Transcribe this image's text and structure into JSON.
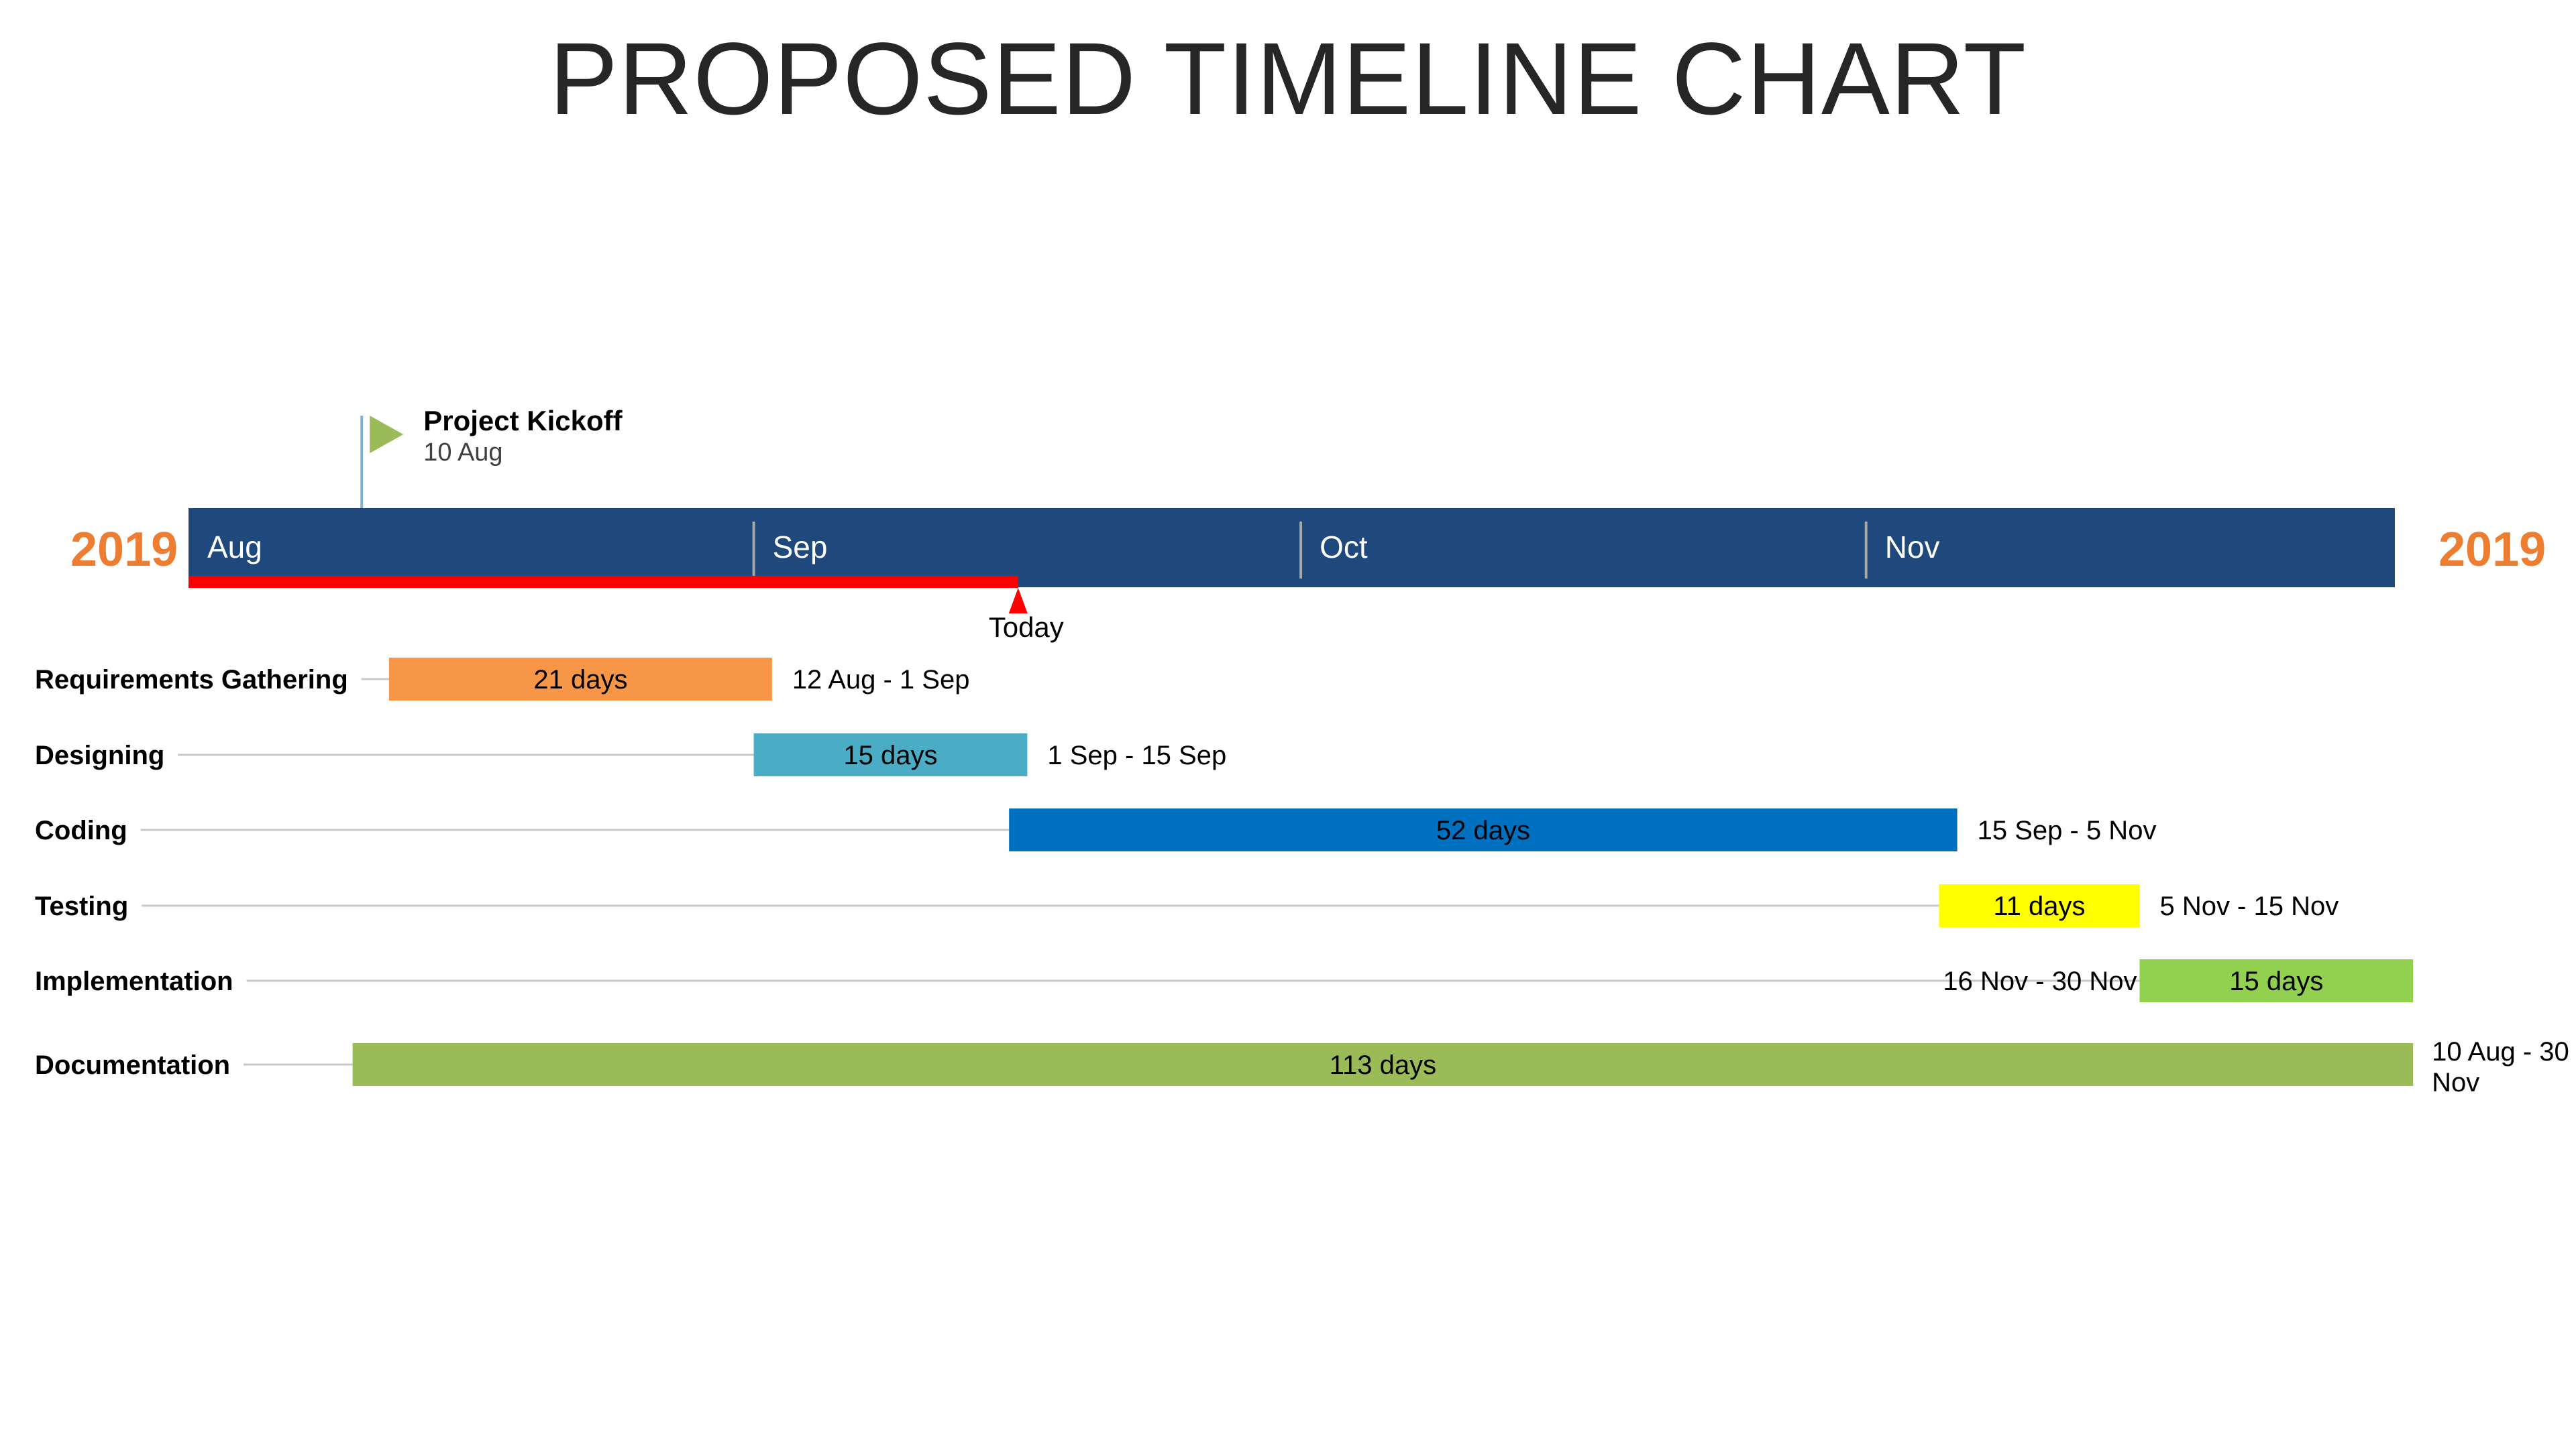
{
  "title": "PROPOSED TIMELINE CHART",
  "chart_data": {
    "type": "gantt",
    "title": "PROPOSED TIMELINE CHART",
    "year_left": "2019",
    "year_right": "2019",
    "range": [
      "2019-08-01",
      "2019-11-30"
    ],
    "months": [
      "Aug",
      "Sep",
      "Oct",
      "Nov"
    ],
    "today": {
      "label": "Today",
      "date": "2019-09-15"
    },
    "milestone": {
      "name": "Project Kickoff",
      "date_label": "10 Aug",
      "date": "2019-08-10",
      "color": "#9BBB59"
    },
    "tasks": [
      {
        "name": "Requirements Gathering",
        "start": "2019-08-12",
        "end": "2019-09-01",
        "duration_label": "21 days",
        "range_label": "12 Aug - 1 Sep",
        "color": "#F79646"
      },
      {
        "name": "Designing",
        "start": "2019-09-01",
        "end": "2019-09-15",
        "duration_label": "15 days",
        "range_label": "1 Sep - 15 Sep",
        "color": "#4BACC6"
      },
      {
        "name": "Coding",
        "start": "2019-09-15",
        "end": "2019-11-05",
        "duration_label": "52 days",
        "range_label": "15 Sep - 5 Nov",
        "color": "#0070C0"
      },
      {
        "name": "Testing",
        "start": "2019-11-05",
        "end": "2019-11-15",
        "duration_label": "11 days",
        "range_label": "5 Nov - 15 Nov",
        "color": "#FFFF00"
      },
      {
        "name": "Implementation",
        "start": "2019-11-16",
        "end": "2019-11-30",
        "duration_label": "15 days",
        "range_label": "16 Nov - 30 Nov",
        "color": "#92D050",
        "range_label_position": "left"
      },
      {
        "name": "Documentation",
        "start": "2019-08-10",
        "end": "2019-11-30",
        "duration_label": "113 days",
        "range_label": "10 Aug - 30 Nov",
        "color": "#9BBB59"
      }
    ],
    "colors": {
      "timescale": "#1F497D",
      "year": "#ED7D31",
      "today": "#FF0000",
      "milestone_line": "#7FB2D0"
    }
  }
}
